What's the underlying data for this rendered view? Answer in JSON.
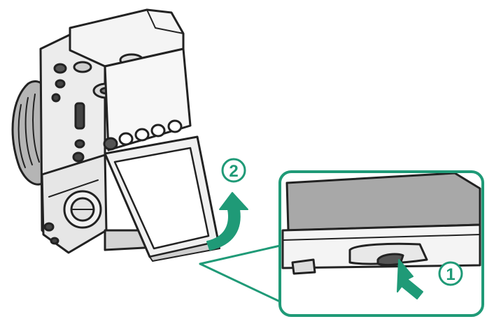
{
  "steps": [
    {
      "number": "1",
      "label": "①"
    },
    {
      "number": "2",
      "label": "②"
    }
  ],
  "colors": {
    "accent": "#1f9a77",
    "line": "#222222",
    "body_fill": "#f0f0f0",
    "shadow_fill": "#9a9a9a",
    "screen_fill": "#ffffff",
    "press_arrow": "#1f9a77"
  },
  "icons": {
    "camera": "camera-body-illustration",
    "screen": "tilting-lcd-screen",
    "tilt_arrow": "curved-up-arrow-icon",
    "press_arrow": "press-arrow-icon",
    "callout": "zoom-callout-box"
  }
}
